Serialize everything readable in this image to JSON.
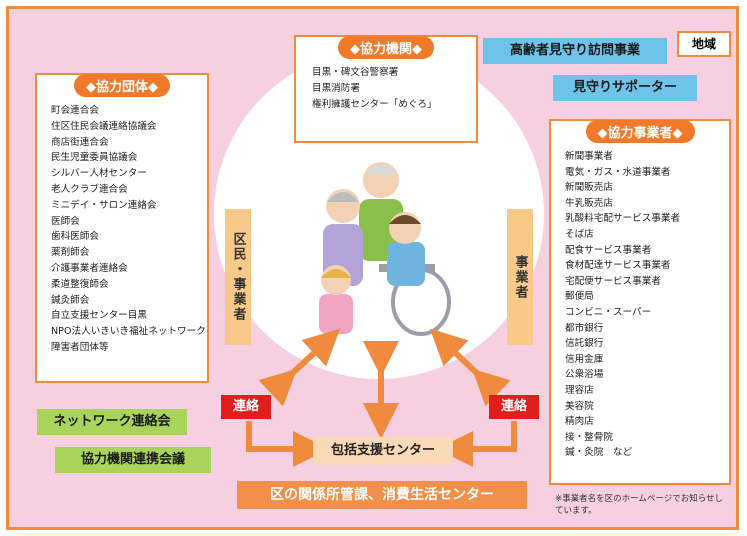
{
  "partner_orgs": {
    "title": "◆協力機関◆",
    "items": [
      "目黒・碑文谷警察署",
      "目黒消防署",
      "権利擁護センター「めぐろ」"
    ]
  },
  "cooperating_groups": {
    "title": "◆協力団体◆",
    "items": [
      "町会連合会",
      "住区住民会議連絡協議会",
      "商店街連合会",
      "民生児童委員協議会",
      "シルバー人材センター",
      "老人クラブ連合会",
      "ミニデイ・サロン連絡会",
      "医師会",
      "歯科医師会",
      "薬剤師会",
      "介護事業者連絡会",
      "柔道整復師会",
      "鍼灸師会",
      "自立支援センター目黒",
      "NPO法人いきいき福祉ネットワーク",
      "障害者団体等"
    ]
  },
  "cooperating_businesses": {
    "title": "◆協力事業者◆",
    "items": [
      "新聞事業者",
      "電気・ガス・水道事業者",
      "新聞販売店",
      "牛乳販売店",
      "乳酸料宅配サービス事業者",
      "そば店",
      "配食サービス事業者",
      "食材配達サービス事業者",
      "宅配便サービス事業者",
      "郵便局",
      "コンビニ・スーパー",
      "都市銀行",
      "信託銀行",
      "信用金庫",
      "公衆浴場",
      "理容店",
      "美容院",
      "精肉店",
      "接・整骨院",
      "鍼・灸院　など"
    ]
  },
  "labels": {
    "elderly_visit": "高齢者見守り訪問事業",
    "region": "地域",
    "watch_supporter": "見守りサポーター",
    "residents": "区民・事業者",
    "businesses": "事業者",
    "contact_left": "連絡",
    "contact_right": "連絡",
    "center": "包括支援センター",
    "network": "ネットワーク連絡会",
    "coop_liaison": "協力機関連携会議",
    "bottom": "区の関係所管課、消費生活センター",
    "note": "※事業者名を区のホームページでお知らせしています。"
  },
  "colors": {
    "frame": "#f08a3c",
    "background": "#f6cfe0",
    "orange": "#f07a2a",
    "blue": "#6ec4e8",
    "green": "#a8d45a",
    "red": "#e01e1e",
    "bar": "#f9c98a"
  }
}
